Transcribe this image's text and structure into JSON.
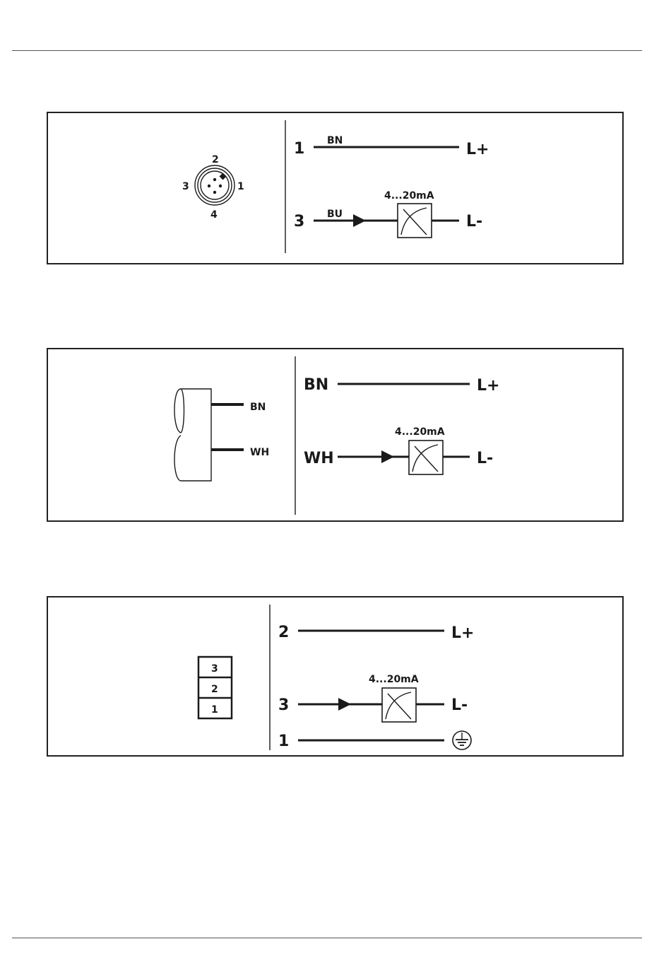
{
  "panel1": {
    "connector_pins": {
      "top": "2",
      "left": "3",
      "right": "1",
      "bottom": "4"
    },
    "line1": {
      "pin": "1",
      "wire": "BN",
      "terminal": "L+"
    },
    "line2": {
      "pin": "3",
      "wire": "BU",
      "terminal": "L-"
    },
    "meter_label": "4...20mA"
  },
  "panel2": {
    "cable_wires": [
      "BN",
      "WH"
    ],
    "line1": {
      "wire": "BN",
      "terminal": "L+"
    },
    "line2": {
      "wire": "WH",
      "terminal": "L-"
    },
    "meter_label": "4...20mA"
  },
  "panel3": {
    "terminal_block": [
      "3",
      "2",
      "1"
    ],
    "line1": {
      "pin": "2",
      "terminal": "L+"
    },
    "line2": {
      "pin": "3",
      "terminal": "L-"
    },
    "line3": {
      "pin": "1",
      "terminal": "ground-symbol"
    },
    "meter_label": "4...20mA"
  }
}
